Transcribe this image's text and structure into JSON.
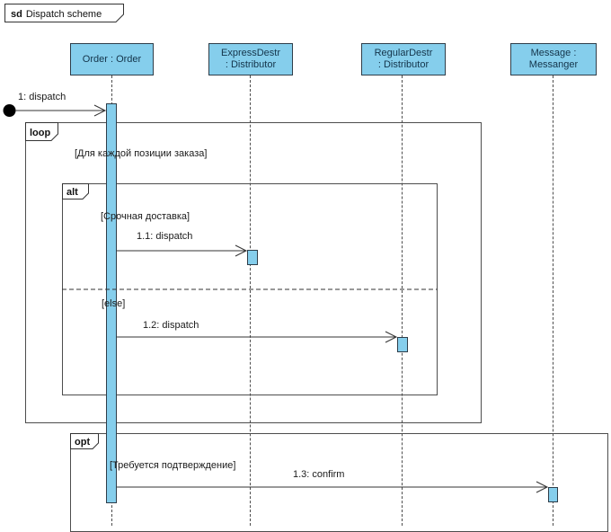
{
  "diagram": {
    "frame_keyword": "sd",
    "frame_title": "Dispatch scheme"
  },
  "lifelines": [
    {
      "label_line1": "Order : Order",
      "label_line2": ""
    },
    {
      "label_line1": "ExpressDestr",
      "label_line2": ": Distributor"
    },
    {
      "label_line1": "RegularDestr",
      "label_line2": ": Distributor"
    },
    {
      "label_line1": "Message :",
      "label_line2": "Messanger"
    }
  ],
  "fragments": {
    "loop": {
      "operator": "loop",
      "guard": "[Для каждой позиции заказа]"
    },
    "alt": {
      "operator": "alt",
      "guard": "[Срочная доставка]",
      "else_guard": "[else]"
    },
    "opt": {
      "operator": "opt",
      "guard": "[Требуется подтверждение]"
    }
  },
  "messages": [
    {
      "label": "1: dispatch"
    },
    {
      "label": "1.1: dispatch"
    },
    {
      "label": "1.2: dispatch"
    },
    {
      "label": "1.3: confirm"
    }
  ],
  "colors": {
    "shape_fill": "#85CEEC",
    "shape_border": "#2E3D49",
    "frame_border": "#4D4D4D",
    "message_line": "#333333"
  }
}
